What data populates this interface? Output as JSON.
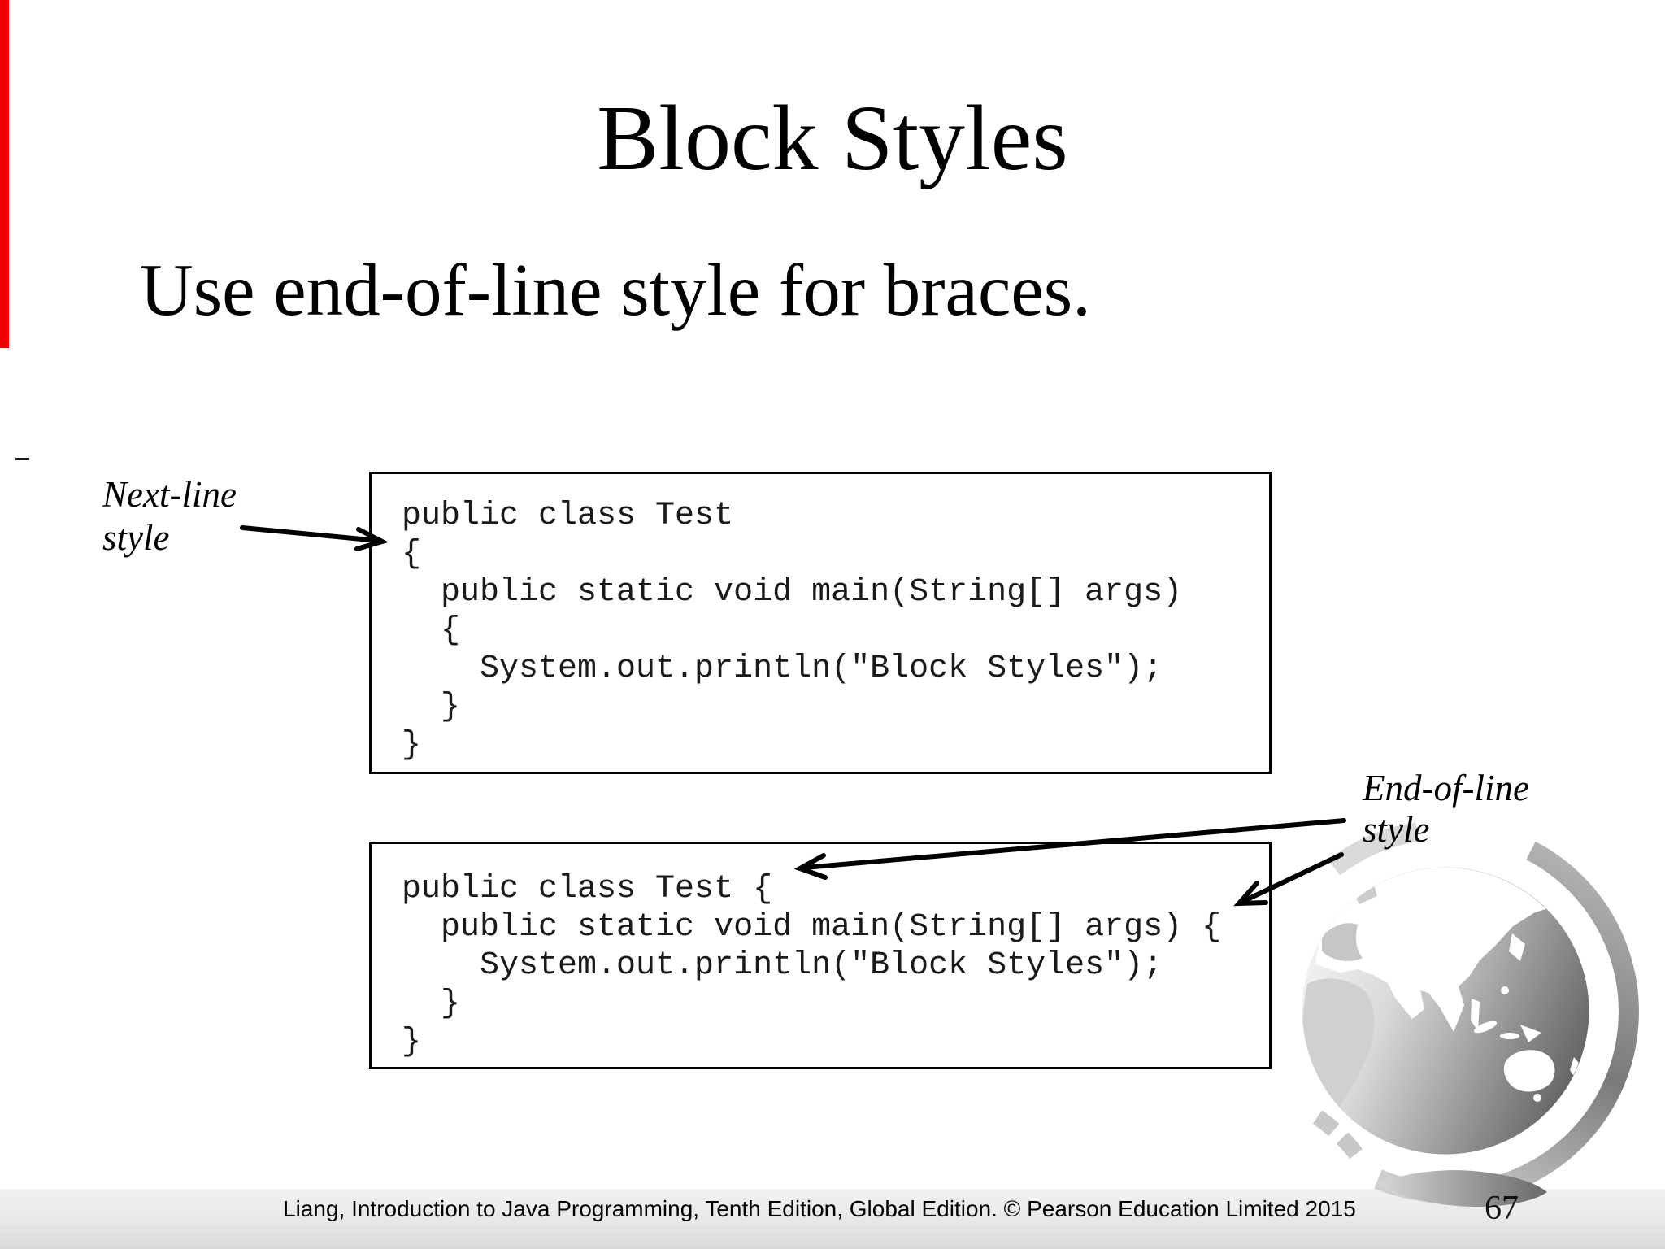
{
  "slide": {
    "title": "Block Styles",
    "subtitle": "Use end-of-line style for braces.",
    "footer": "Liang, Introduction to Java Programming, Tenth Edition, Global Edition. © Pearson Education Limited 2015",
    "page_number": "67"
  },
  "annotations": {
    "next_line_label": {
      "line1": "Next-line",
      "line2": "style"
    },
    "end_of_line_label": {
      "line1": "End-of-line",
      "line2": "style"
    }
  },
  "code_blocks": {
    "next_line_style": {
      "lines": [
        "public class Test",
        "{",
        "  public static void main(String[] args)",
        "  {",
        "    System.out.println(\"Block Styles\");",
        "  }",
        "}"
      ]
    },
    "end_of_line_style": {
      "lines": [
        "public class Test {",
        "  public static void main(String[] args) {",
        "    System.out.println(\"Block Styles\");",
        "  }",
        "}"
      ]
    }
  },
  "colors": {
    "left_red_bar": "#f20000",
    "box_border": "#000000",
    "code_text": "#1a1a1a",
    "globe_dark_gray": "#646464",
    "bottom_band_gray": "#e7e7e7"
  },
  "icons": {
    "globe": "pearson-globe",
    "arrows": "annotation-arrow"
  }
}
